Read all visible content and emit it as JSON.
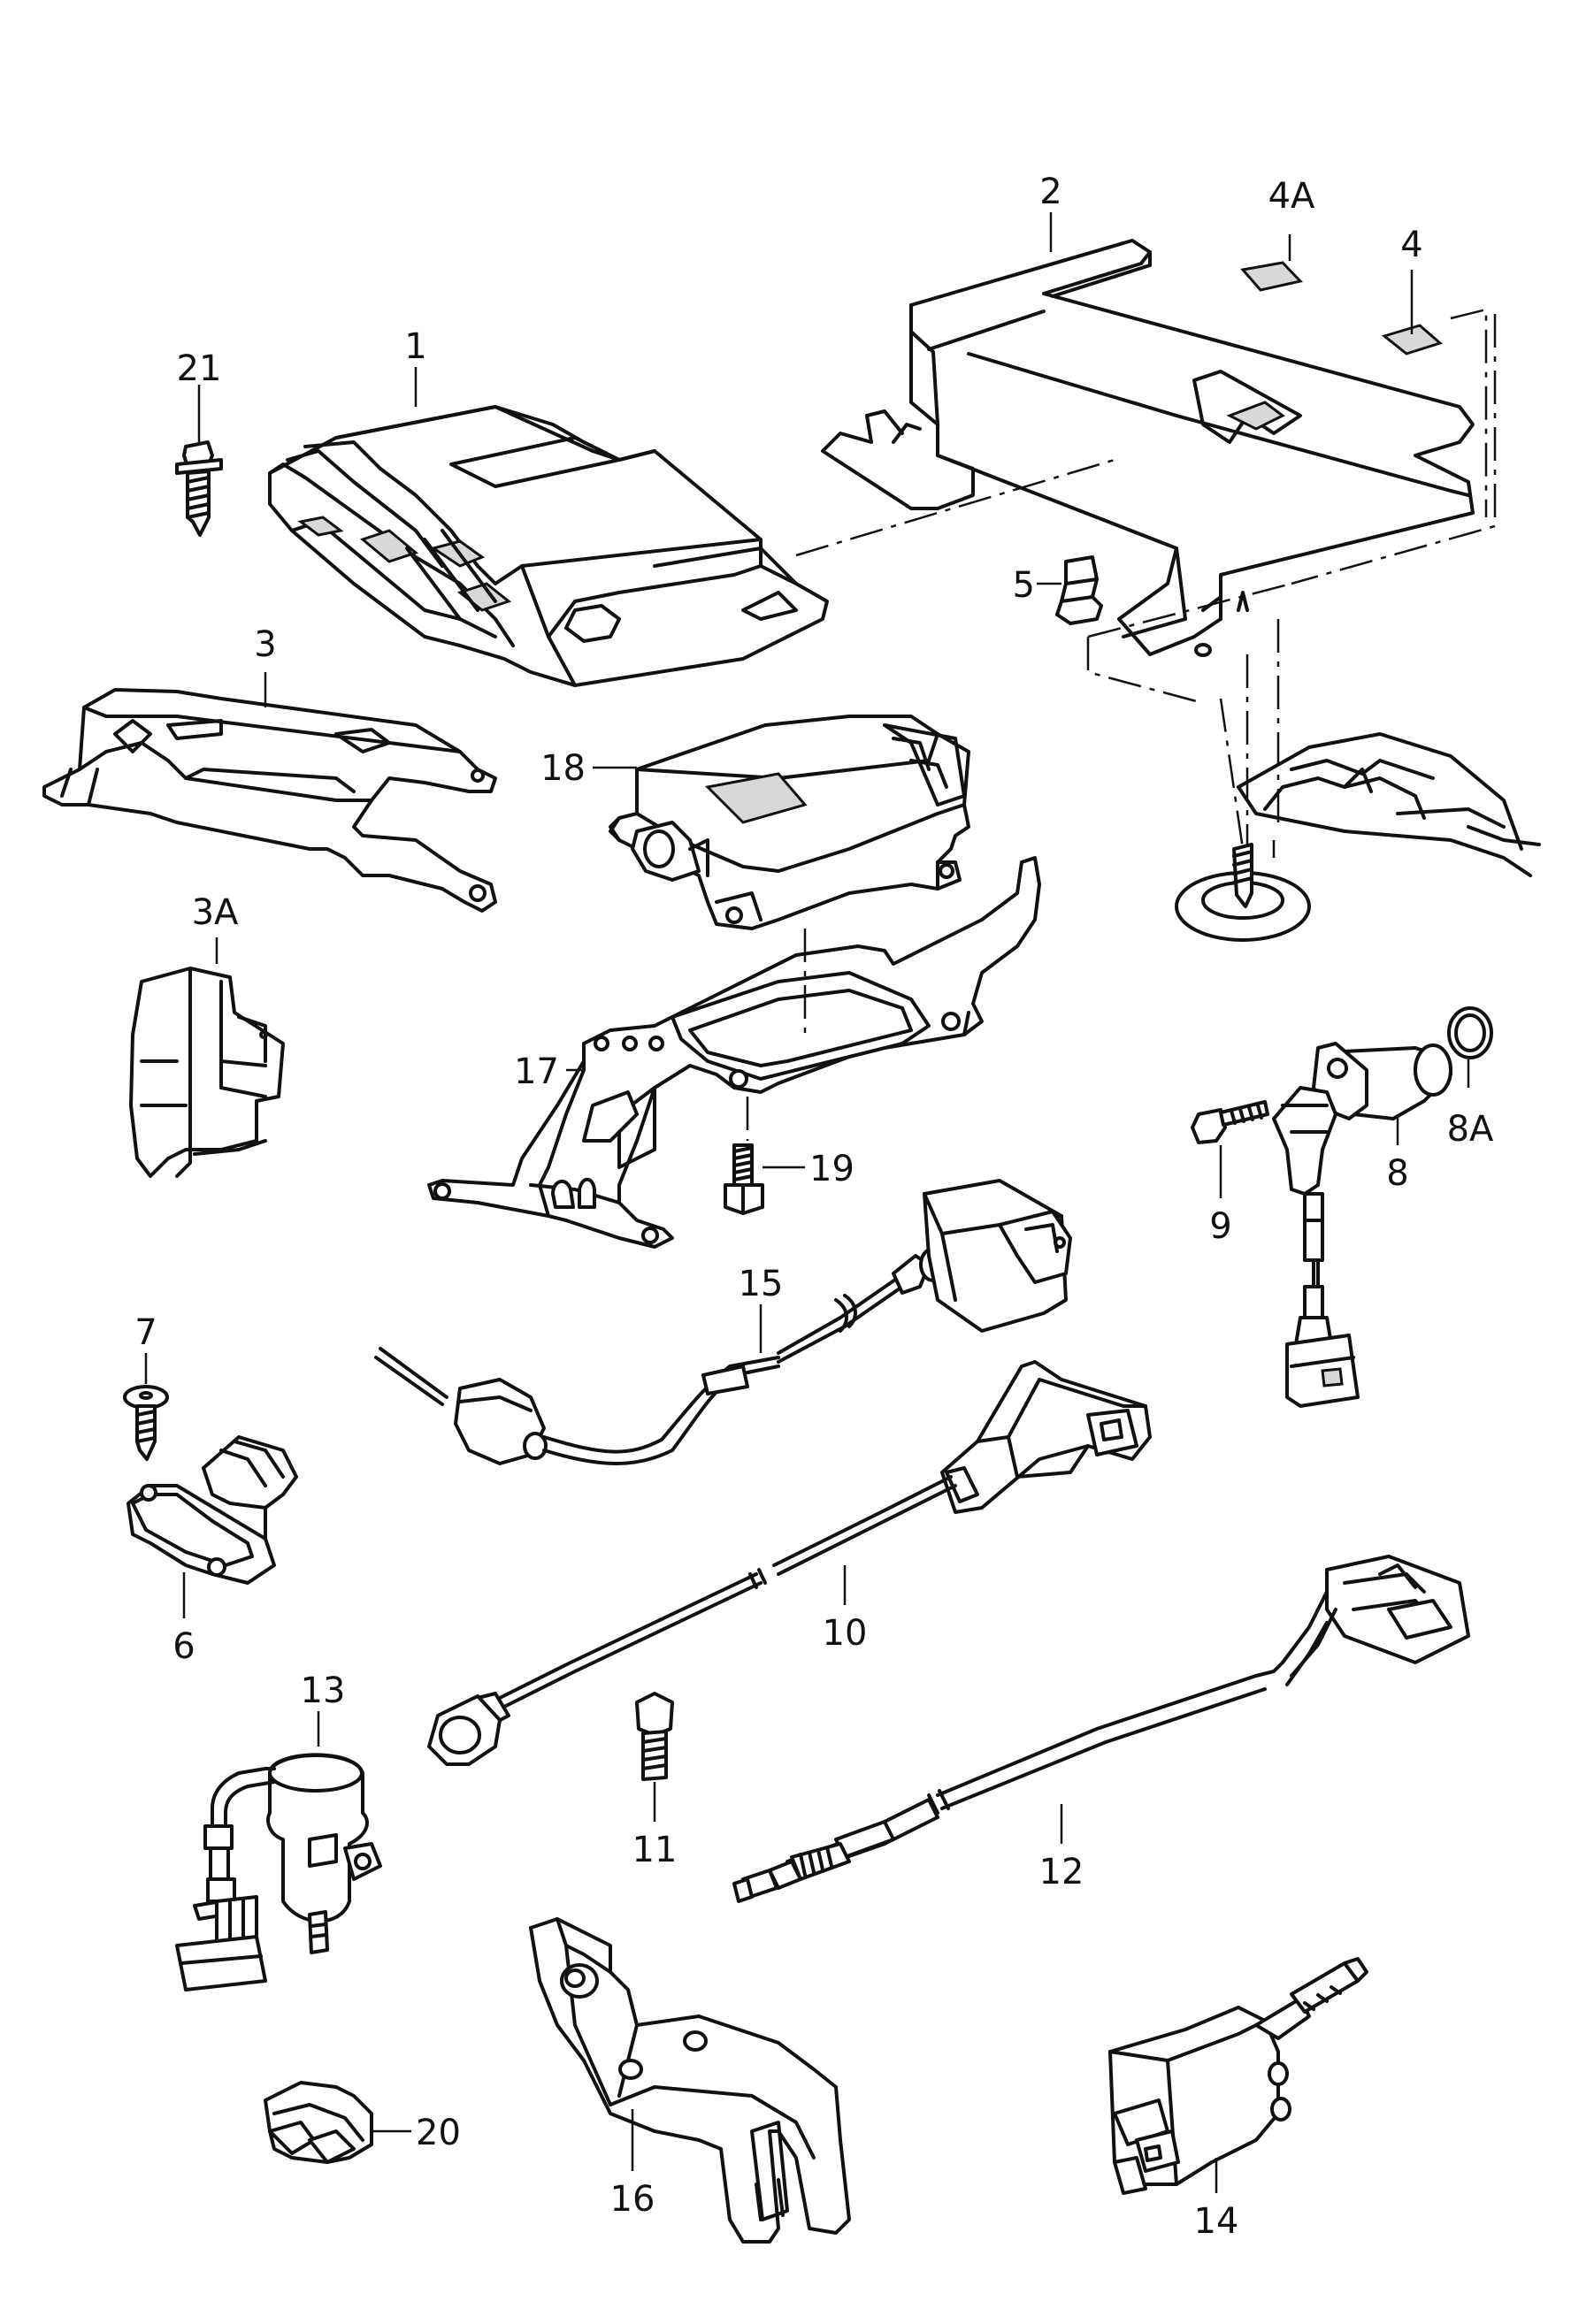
{
  "callouts": {
    "c1": "1",
    "c2": "2",
    "c3": "3",
    "c3A": "3A",
    "c4": "4",
    "c4A": "4A",
    "c5": "5",
    "c6": "6",
    "c7": "7",
    "c8": "8",
    "c8A": "8A",
    "c9": "9",
    "c10": "10",
    "c11": "11",
    "c12": "12",
    "c13": "13",
    "c14": "14",
    "c15": "15",
    "c16": "16",
    "c17": "17",
    "c18": "18",
    "c19": "19",
    "c20": "20",
    "c21": "21"
  }
}
